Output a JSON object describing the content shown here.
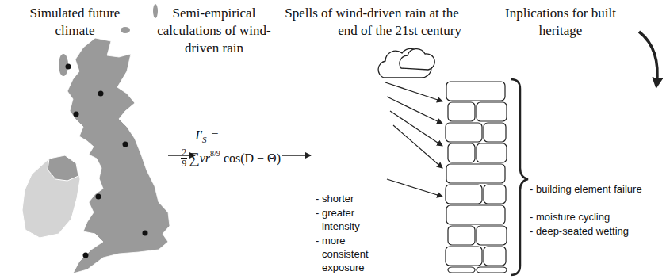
{
  "diagram": {
    "labels": [
      "Simulated future climate",
      "Semi-empirical calculations of wind-driven rain",
      "Spells of wind-driven rain at the end of the 21st century",
      "Inplications for built heritage",
      "I′",
      "S",
      "=",
      "2",
      "9",
      "∑",
      "vr",
      "8/9",
      "cos(D − Θ)",
      "- shorter",
      "- greater intensity",
      "- more consistent exposure",
      "- building element failure",
      "- moisture cycling",
      "- deep-seated wetting"
    ]
  }
}
